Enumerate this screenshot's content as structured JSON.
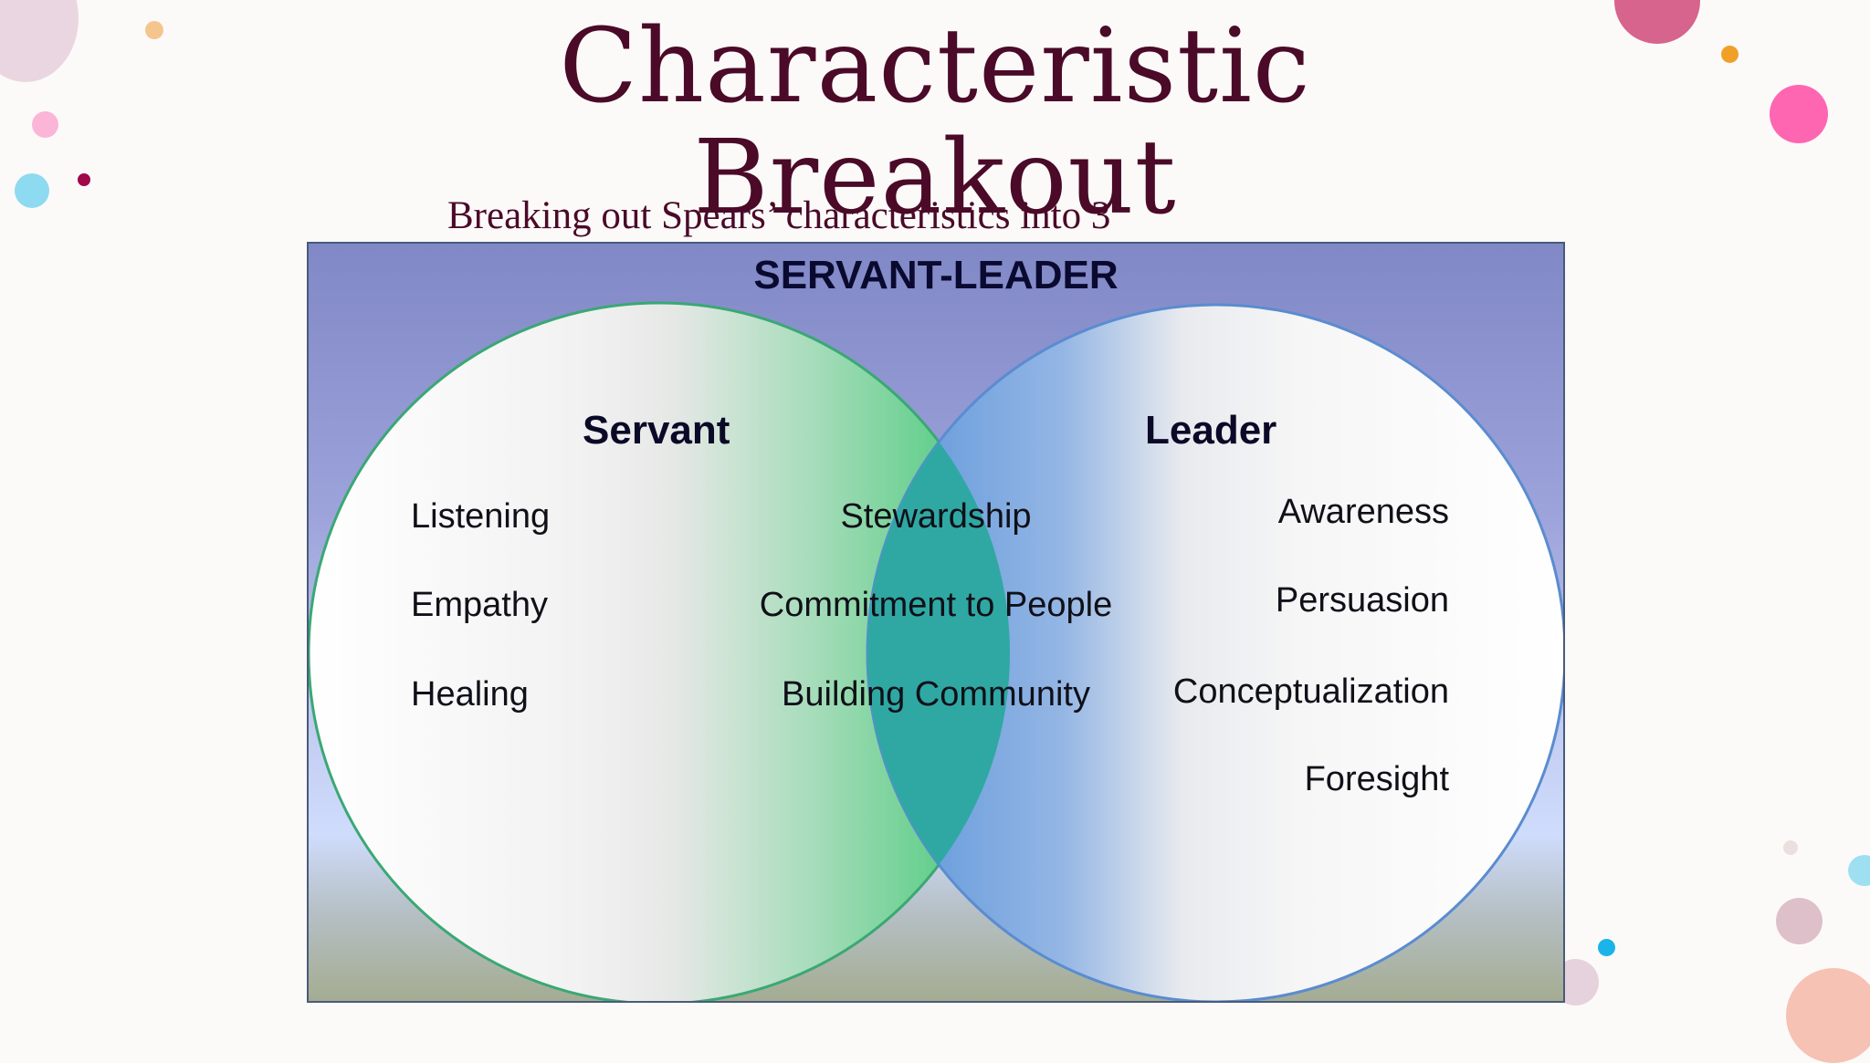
{
  "slide": {
    "title_line1": "Characteristic",
    "title_line2": "Breakout",
    "subtitle": "Breaking out Spears’ characteristics into 3"
  },
  "diagram": {
    "header": "SERVANT-LEADER",
    "left_circle": {
      "label": "Servant",
      "items": [
        "Listening",
        "Empathy",
        "Healing"
      ]
    },
    "overlap": {
      "items": [
        "Stewardship",
        "Commitment to People",
        "Building Community"
      ]
    },
    "right_circle": {
      "label": "Leader",
      "items": [
        "Awareness",
        "Persuasion",
        "Conceptualization",
        "Foresight"
      ]
    },
    "colors": {
      "servant_green": "#4cc878",
      "leader_blue": "#6a9ede",
      "overlap_teal": "#2fa8a4",
      "background_top": "#8088c6",
      "title_color": "#4a0a28"
    }
  },
  "decorations": {
    "dot_colors": [
      "#ead6e0",
      "#f5c58e",
      "#fbb5d6",
      "#8edaf0",
      "#a00a4a",
      "#d6648c",
      "#f0a028",
      "#ff66b2",
      "#1ab4e8",
      "#e6d2dc",
      "#ece0de",
      "#9ee0f2",
      "#dec0ca",
      "#f6c2b4"
    ]
  }
}
